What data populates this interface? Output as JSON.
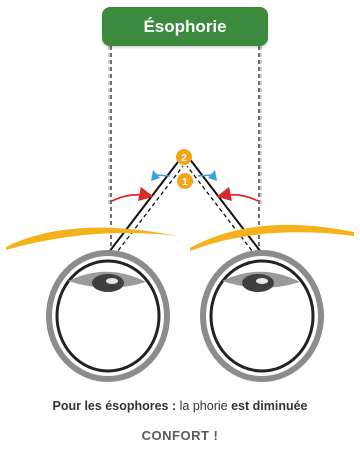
{
  "title": "Ésophorie",
  "caption": {
    "bold_lead": "Pour les ésophores :",
    "middle": "la phorie",
    "bold_tail": "est diminuée",
    "conclusion": "CONFORT !"
  },
  "markers": [
    "2",
    "1"
  ],
  "colors": {
    "title_bg": "#3b8a3e",
    "eyelid": "#f3b21a",
    "marker": "#f2a516",
    "arrow_red": "#d9292b",
    "arrow_blue": "#3aa1dc",
    "eye_ring": "#8c8c8c"
  }
}
